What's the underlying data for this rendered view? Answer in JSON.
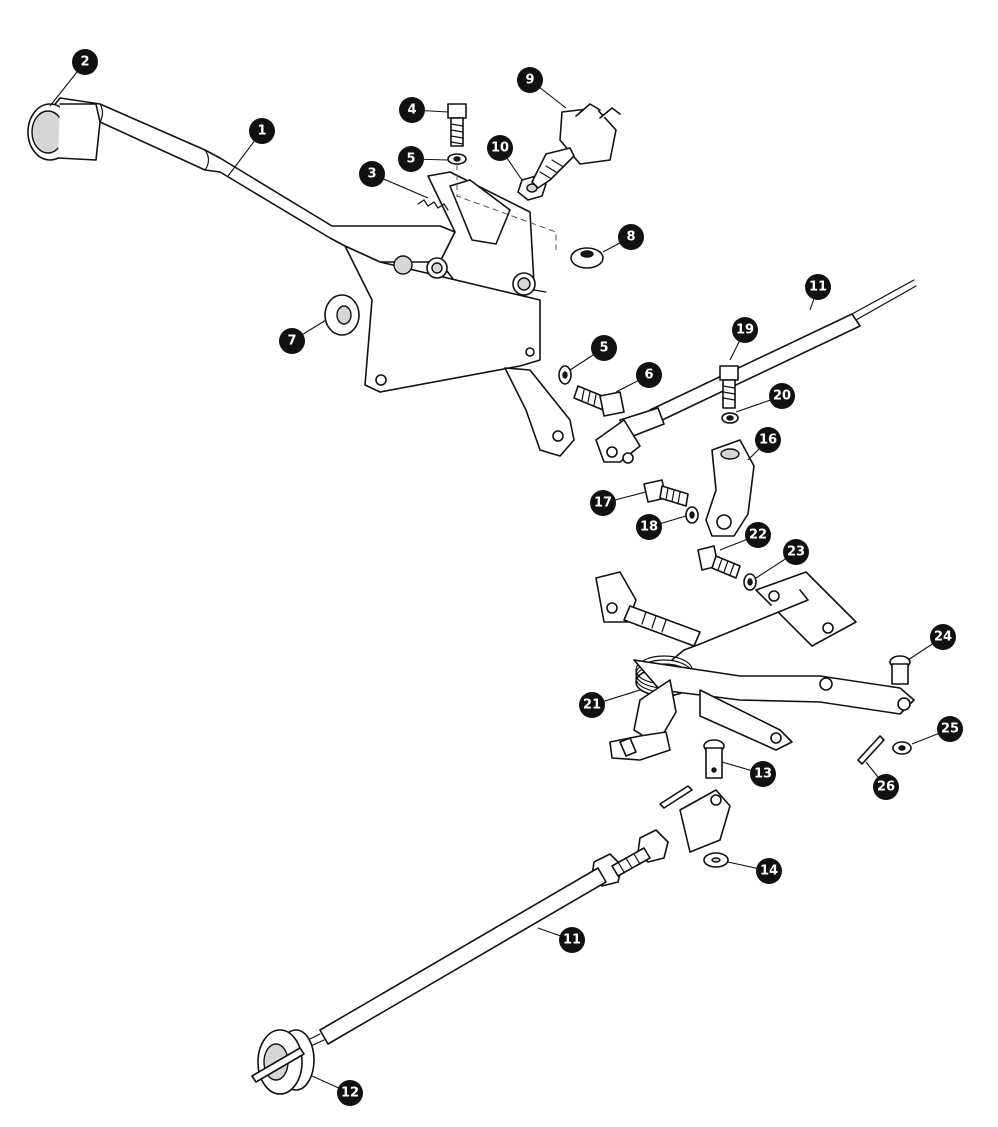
{
  "callouts": [
    {
      "id": "c2",
      "label": "2"
    },
    {
      "id": "c1",
      "label": "1"
    },
    {
      "id": "c3",
      "label": "3"
    },
    {
      "id": "c4",
      "label": "4"
    },
    {
      "id": "c5a",
      "label": "5"
    },
    {
      "id": "c9",
      "label": "9"
    },
    {
      "id": "c10",
      "label": "10"
    },
    {
      "id": "c8",
      "label": "8"
    },
    {
      "id": "c7",
      "label": "7"
    },
    {
      "id": "c5b",
      "label": "5"
    },
    {
      "id": "c6",
      "label": "6"
    },
    {
      "id": "c11a",
      "label": "11"
    },
    {
      "id": "c19",
      "label": "19"
    },
    {
      "id": "c20",
      "label": "20"
    },
    {
      "id": "c16",
      "label": "16"
    },
    {
      "id": "c17",
      "label": "17"
    },
    {
      "id": "c18",
      "label": "18"
    },
    {
      "id": "c22",
      "label": "22"
    },
    {
      "id": "c23",
      "label": "23"
    },
    {
      "id": "c24",
      "label": "24"
    },
    {
      "id": "c21",
      "label": "21"
    },
    {
      "id": "c25",
      "label": "25"
    },
    {
      "id": "c13",
      "label": "13"
    },
    {
      "id": "c26",
      "label": "26"
    },
    {
      "id": "c14",
      "label": "14"
    },
    {
      "id": "c11b",
      "label": "11"
    },
    {
      "id": "c12",
      "label": "12"
    }
  ]
}
